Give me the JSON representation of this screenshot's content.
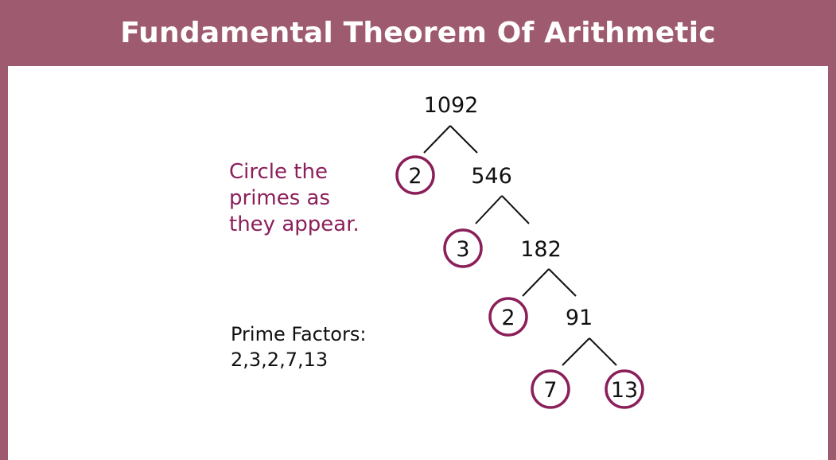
{
  "header": {
    "title": "Fundamental Theorem Of Arithmetic",
    "color": "#9e5a6e"
  },
  "note": {
    "lines": [
      "Circle the",
      "primes as",
      "they appear."
    ],
    "color": "#8b1f5a"
  },
  "factors": {
    "label": "Prime Factors:",
    "list": "2,3,2,7,13"
  },
  "tree": {
    "root": "1092",
    "level1": {
      "prime": "2",
      "composite": "546"
    },
    "level2": {
      "prime": "3",
      "composite": "182"
    },
    "level3": {
      "prime": "2",
      "composite": "91"
    },
    "level4": {
      "left_prime": "7",
      "right_prime": "13"
    },
    "circle_color": "#8b1f5a"
  }
}
